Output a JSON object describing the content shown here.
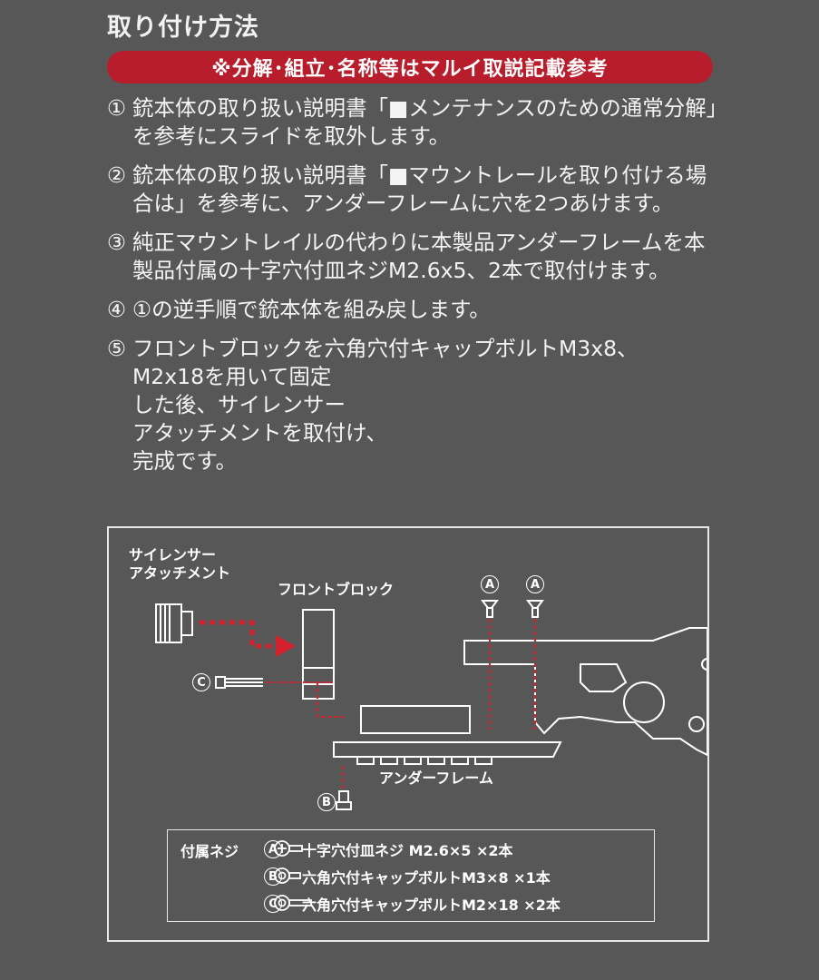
{
  "header": {
    "title": "取り付け方法",
    "banner": "※分解･組立･名称等はマルイ取説記載参考"
  },
  "steps": [
    {
      "num": "①",
      "text": "銃本体の取り扱い説明書「■メンテナンスのための通常分解」を参考にスライドを取外します。"
    },
    {
      "num": "②",
      "text": "銃本体の取り扱い説明書「■マウントレールを取り付ける場合は」を参考に、アンダーフレームに穴を2つあけます。"
    },
    {
      "num": "③",
      "text": "純正マウントレイルの代わりに本製品アンダーフレームを本製品付属の十字穴付皿ネジM2.6x5、2本で取付けます。"
    },
    {
      "num": "④",
      "text": "①の逆手順で銃本体を組み戻します。"
    },
    {
      "num": "⑤",
      "text_lines": [
        "フロントブロックを六角穴付キャップボルトM3x8、",
        "M2x18を用いて固定",
        "した後、サイレンサー",
        "アタッチメントを取付け、",
        "完成です。"
      ]
    }
  ],
  "diagram": {
    "labels": {
      "silencer_line1": "サイレンサー",
      "silencer_line2": "アタッチメント",
      "front_block": "フロントブロック",
      "under_frame": "アンダーフレーム",
      "mark_a": "A",
      "mark_b": "B",
      "mark_c": "C"
    },
    "legend": {
      "heading": "付属ネジ",
      "items": [
        {
          "mark": "A",
          "desc": "十字穴付皿ネジ M2.6×5 ×2本"
        },
        {
          "mark": "B",
          "desc": "六角穴付キャップボルトM3×8 ×1本"
        },
        {
          "mark": "C",
          "desc": "六角穴付キャップボルトM2×18 ×2本"
        }
      ]
    }
  },
  "colors": {
    "background": "#575757",
    "banner": "#b81d2b",
    "arrow": "#d5202e",
    "line": "#ffffff"
  }
}
